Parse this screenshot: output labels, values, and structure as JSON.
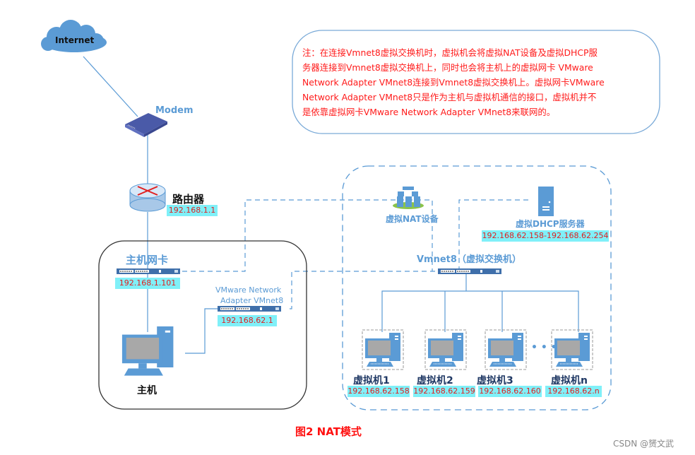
{
  "internet": {
    "label": "Internet"
  },
  "modem": {
    "label": "Modem"
  },
  "router": {
    "label": "路由器",
    "ip": "192.168.1.1"
  },
  "host_nic": {
    "label": "主机网卡",
    "ip": "192.168.1.101"
  },
  "vmnet8_adapter": {
    "label_line1": "VMware Network",
    "label_line2": "Adapter VMnet8",
    "ip": "192.168.62.1"
  },
  "host": {
    "label": "主机"
  },
  "nat_device": {
    "label": "虚拟NAT设备"
  },
  "dhcp_server": {
    "label": "虚拟DHCP服务器",
    "ip_range": "192.168.62.158-192.168.62.254"
  },
  "virtual_switch": {
    "label": "Vmnet8（虚拟交换机）"
  },
  "vms": [
    {
      "label": "虚拟机1",
      "ip": "192.168.62.158"
    },
    {
      "label": "虚拟机2",
      "ip": "192.168.62.159"
    },
    {
      "label": "虚拟机3",
      "ip": "192.168.62.160"
    },
    {
      "label": "虚拟机n",
      "ip": "192.168.62.n"
    }
  ],
  "ellipsis": "• • •",
  "note": {
    "lines": [
      "注：在连接Vmnet8虚拟交换机时，虚拟机会将虚拟NAT设备及虚拟DHCP服",
      "务器连接到Vmnet8虚拟交换机上，同时也会将主机上的虚拟网卡 VMware",
      "Network Adapter VMnet8连接到Vmnet8虚拟交换机上。虚拟网卡VMware",
      "Network Adapter VMnet8只是作为主机与虚拟机通信的接口，虚拟机并不",
      "是依靠虚拟网卡VMware Network Adapter VMnet8来联网的。"
    ]
  },
  "caption": "图2  NAT模式",
  "watermark": "CSDN @赟文武",
  "colors": {
    "line": "#5b9bd5",
    "ip_bg": "#80f0f8",
    "ip_text": "#e02020",
    "note_text": "#ff1a1a"
  }
}
